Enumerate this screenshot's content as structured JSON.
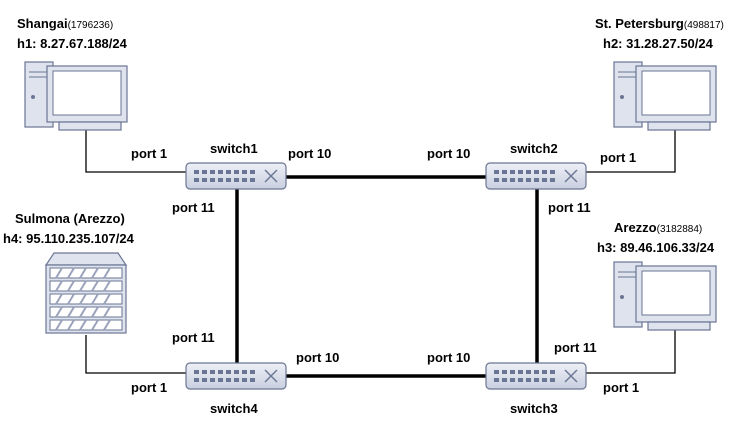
{
  "hosts": {
    "h1": {
      "city": "Shangai",
      "geo_id": "(1796236)",
      "address": "h1: 8.27.67.188/24"
    },
    "h2": {
      "city": "St. Petersburg",
      "geo_id": "(498817)",
      "address": "h2: 31.28.27.50/24"
    },
    "h3": {
      "city": "Arezzo",
      "geo_id": "(3182884)",
      "address": "h3: 89.46.106.33/24"
    },
    "h4": {
      "city": "Sulmona (Arezzo)",
      "address": "h4: 95.110.235.107/24"
    }
  },
  "switches": {
    "s1": {
      "name": "switch1"
    },
    "s2": {
      "name": "switch2"
    },
    "s3": {
      "name": "switch3"
    },
    "s4": {
      "name": "switch4"
    }
  },
  "ports": {
    "s1_p1": "port 1",
    "s1_p10": "port 10",
    "s1_p11": "port 11",
    "s2_p1": "port 1",
    "s2_p10": "port 10",
    "s2_p11": "port 11",
    "s3_p1": "port 1",
    "s3_p10": "port 10",
    "s3_p11": "port 11",
    "s4_p1": "port 1",
    "s4_p10": "port 10",
    "s4_p11": "port 11"
  },
  "colors": {
    "device_fill": "#dfe3ee",
    "device_stroke": "#6a7693",
    "screen": "#ffffff",
    "link_trunk": "#000000",
    "link_access": "#000000"
  }
}
